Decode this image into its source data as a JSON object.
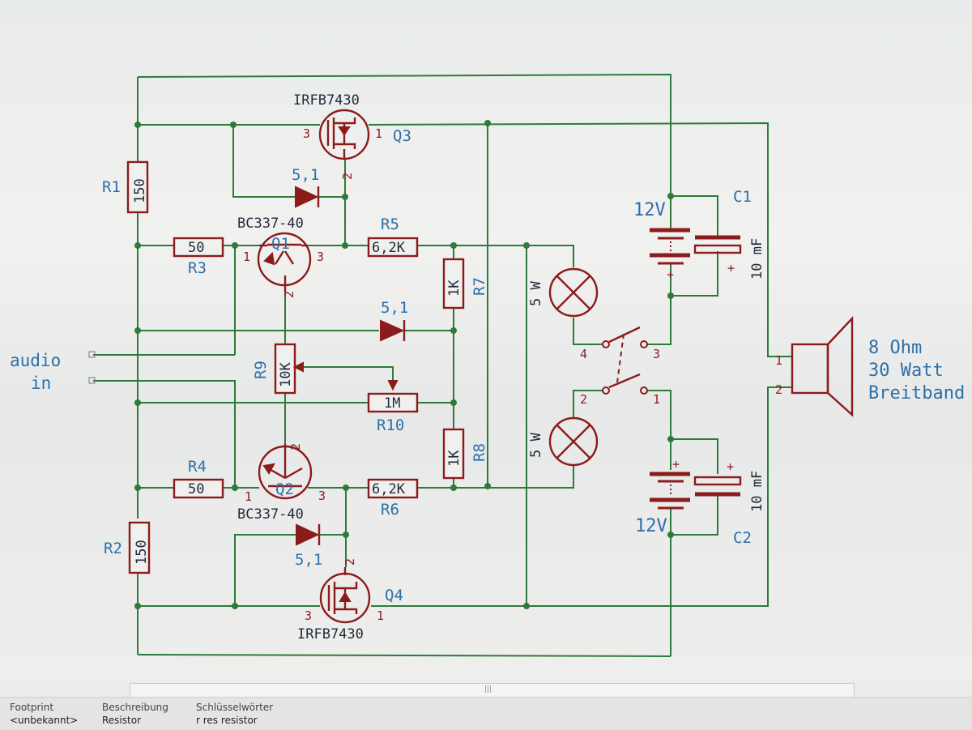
{
  "components": {
    "q3": {
      "name": "IRFB7430",
      "ref": "Q3",
      "pin_3": "3",
      "pin_1": "1",
      "pin_2": "2"
    },
    "q4": {
      "name": "IRFB7430",
      "ref": "Q4",
      "pin_3": "3",
      "pin_1": "1",
      "pin_2": "2"
    },
    "q1": {
      "name": "BC337-40",
      "ref": "Q1",
      "pin_1": "1",
      "pin_2": "2",
      "pin_3": "3"
    },
    "q2": {
      "name": "BC337-40",
      "ref": "Q2",
      "pin_1": "1",
      "pin_2": "2",
      "pin_3": "3"
    },
    "r1": {
      "ref": "R1",
      "value": "150"
    },
    "r2": {
      "ref": "R2",
      "value": "150"
    },
    "r3": {
      "ref": "R3",
      "value": "50"
    },
    "r4": {
      "ref": "R4",
      "value": "50"
    },
    "r5": {
      "ref": "R5",
      "value": "6,2K"
    },
    "r6": {
      "ref": "R6",
      "value": "6,2K"
    },
    "r7": {
      "ref": "R7",
      "value": "1K"
    },
    "r8": {
      "ref": "R8",
      "value": "1K"
    },
    "r9": {
      "ref": "R9",
      "value": "10K"
    },
    "r10": {
      "ref": "R10",
      "value": "1M"
    },
    "d_top": {
      "value": "5,1"
    },
    "d_mid": {
      "value": "5,1"
    },
    "d_bot": {
      "value": "5,1"
    },
    "c1": {
      "ref": "C1",
      "value": "10 mF",
      "plus": "+"
    },
    "c2": {
      "ref": "C2",
      "value": "10 mF",
      "plus": "+"
    },
    "bat_top": {
      "value": "12V",
      "plus": "+"
    },
    "bat_bot": {
      "value": "12V",
      "plus": "+"
    },
    "lamp_top": {
      "value": "5 W"
    },
    "lamp_bot": {
      "value": "5 W"
    },
    "switch": {
      "pin_4": "4",
      "pin_3": "3",
      "pin_2": "2",
      "pin_1": "1"
    },
    "speaker": {
      "pin_1": "1",
      "pin_2": "2",
      "line1": "8 Ohm",
      "line2": "30 Watt",
      "line3": "Breitband"
    },
    "audio_in": {
      "line1": "audio",
      "line2": "in"
    }
  },
  "scrollbar": {
    "grip": "|||"
  },
  "info_bar": {
    "footprint_label": "Footprint",
    "footprint_value": "<unbekannt>",
    "description_label": "Beschreibung",
    "description_value": "Resistor",
    "keywords_label": "Schlüsselwörter",
    "keywords_value": "r res resistor"
  }
}
